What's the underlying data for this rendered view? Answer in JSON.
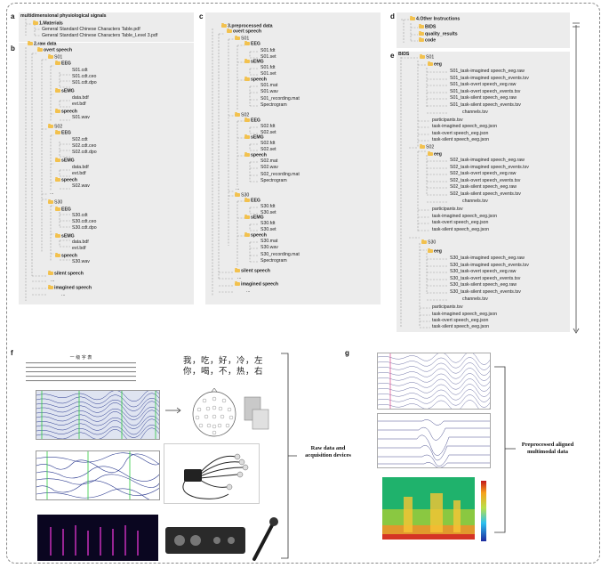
{
  "panels": {
    "a": {
      "label": "a",
      "root": "multidimensional physiological signals",
      "folder": "1.Materials",
      "files": [
        "General Standard Chinese Characters Table.pdf",
        "General Standard Chinese Characters Table_Level 3.pdf"
      ]
    },
    "b": {
      "label": "b",
      "root": "2.raw data",
      "overt": "overt speech",
      "s01": "S01",
      "eeg": "EEG",
      "s01_eeg_files": [
        "S01.cdt",
        "S01.cdt.ceo",
        "S01.cdt.dpo"
      ],
      "semg": "sEMG",
      "semg_files": [
        "data.bdf",
        "evt.bdf"
      ],
      "speech": "speech",
      "s01_wav": "S01.wav",
      "s02": "S02",
      "s02_eeg_files": [
        "S02.cdt",
        "S02.cdt.ceo",
        "S02.cdt.dpo"
      ],
      "s02_wav": "S02.wav",
      "ellipsis": "...",
      "s30": "S30",
      "s30_eeg_files": [
        "S30.cdt",
        "S30.cdt.ceo",
        "S30.cdt.dpo"
      ],
      "s30_wav": "S30.wav",
      "silent": "silent speech",
      "imagined": "imagined speech"
    },
    "c": {
      "label": "c",
      "root": "3.preprocessed data",
      "overt": "overt speech",
      "s01": "S01",
      "eeg": "EEG",
      "s01_eeg": [
        "S01.fdt",
        "S01.set"
      ],
      "semg": "sEMG",
      "s01_semg": [
        "S01.fdt",
        "S01.set"
      ],
      "speech": "speech",
      "s01_speech": [
        "S01.mat",
        "S01.wav",
        "S01_recording.mat",
        "Spectrogram"
      ],
      "s02": "S02",
      "s02_eeg": [
        "S02.fdt",
        "S02.set"
      ],
      "s02_semg": [
        "S02.fdt",
        "S02.set"
      ],
      "s02_speech": [
        "S02.mat",
        "S02.wav",
        "S02_recording.mat",
        "Spectrogram"
      ],
      "ellipsis": "...",
      "s30": "S30",
      "s30_eeg": [
        "S30.fdt",
        "S30.set"
      ],
      "s30_semg": [
        "S30.fdt",
        "S30.set"
      ],
      "s30_speech": [
        "S30.mat",
        "S30.wav",
        "S30_recording.mat",
        "Spectrogram"
      ],
      "silent": "silent speech",
      "imagined": "imagined speech"
    },
    "d": {
      "label": "d",
      "root": "4.Other Instructions",
      "items": [
        "BIDS",
        "quality_results",
        "code"
      ]
    },
    "e": {
      "label": "e",
      "root": "BIDS",
      "s01": "S01",
      "eeg": "eeg",
      "s01_files": [
        "S01_task-imagined speech_eeg.raw",
        "S01_task-imagined speech_events.tsv",
        "S01_task-overt speech_eeg.raw",
        "S01_task-overt speech_events.tsv",
        "S01_task-silent speech_eeg.raw",
        "S01_task-silent speech_events.tsv",
        "channels.tsv"
      ],
      "s01_common": [
        "participants.tsv",
        "task-imagined speech_eeg.json",
        "task-overt speech_eeg.json",
        "task-silent speech_eeg.json"
      ],
      "s02": "S02",
      "s02_files": [
        "S02_task-imagined speech_eeg.raw",
        "S02_task-imagined speech_events.tsv",
        "S02_task-overt speech_eeg.raw",
        "S02_task-overt speech_events.tsv",
        "S02_task-silent speech_eeg.raw",
        "S02_task-silent speech_events.tsv",
        "channels.tsv"
      ],
      "s02_common": [
        "participants.tsv",
        "task-imagined speech_eeg.json",
        "task-overt speech_eeg.json",
        "task-silent speech_eeg.json"
      ],
      "s30": "S30",
      "s30_files": [
        "S30_task-imagined speech_eeg.raw",
        "S30_task-imagined speech_events.tsv",
        "S30_task-overt speech_eeg.raw",
        "S30_task-overt speech_events.tsv",
        "S30_task-silent speech_eeg.raw",
        "S30_task-silent speech_events.tsv",
        "channels.tsv"
      ],
      "s30_common": [
        "participants.tsv",
        "task-imagined speech_eeg.json",
        "task-overt speech_eeg.json",
        "task-silent speech_eeg.json"
      ]
    },
    "f": {
      "label": "f",
      "char_table_title": "一 级 字 表",
      "words_row1": "我，吃，好，冷，左",
      "words_row2": "你，喝，不，热，右",
      "caption_line1": "Raw data and",
      "caption_line2": "acquisition devices"
    },
    "g": {
      "label": "g",
      "caption_line1": "Preprocessed aligned",
      "caption_line2": "multimodal data"
    }
  },
  "colors": {
    "panel_bg": "#ececec",
    "folder": "#f2c14e",
    "eeg_trace": "#2b3a8f",
    "event_marker": "#2ecc40"
  }
}
